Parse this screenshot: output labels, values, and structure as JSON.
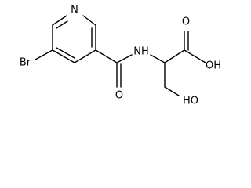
{
  "atoms": {
    "ring_n": "N",
    "br": "Br",
    "amide_o": "O",
    "nh": "NH",
    "acid_o": "O",
    "acid_oh": "OH",
    "side_oh": "HO"
  }
}
